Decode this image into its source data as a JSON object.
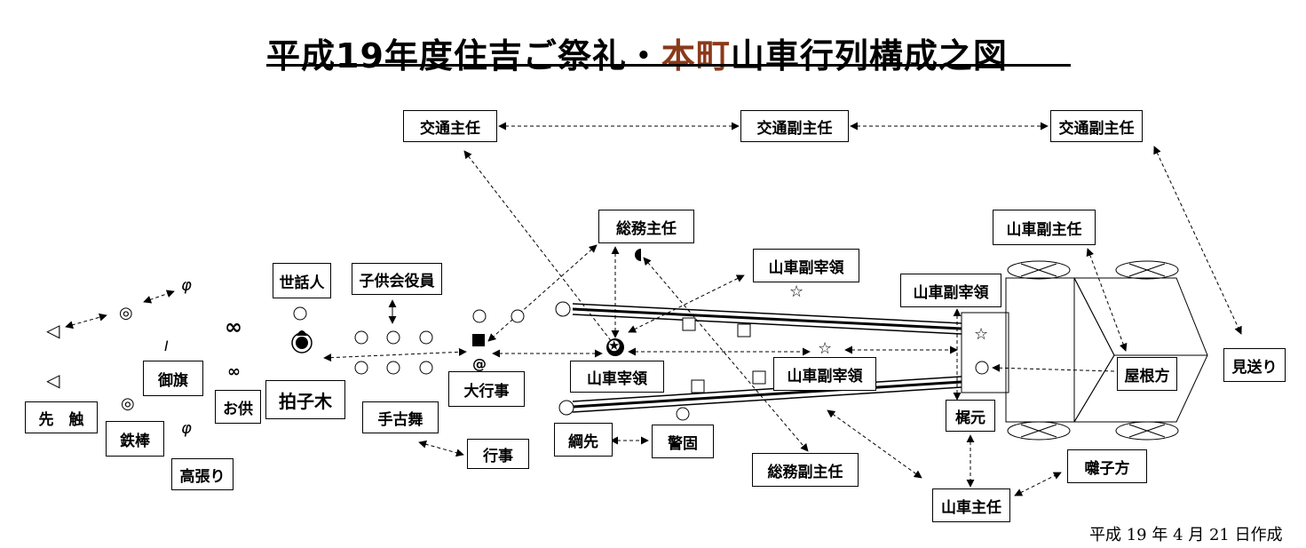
{
  "title": {
    "part1": "平成19年度住吉ご祭礼・",
    "part2": "本町",
    "part3": "山車行列構成之図"
  },
  "footer": {
    "date": "平成 19 年 4 月 21 日作成"
  },
  "labels": {
    "kotsu_shunin": "交通主任",
    "kotsu_fuku1": "交通副主任",
    "kotsu_fuku2": "交通副主任",
    "somu_shunin": "総務主任",
    "dashi_fuku_shunin": "山車副主任",
    "dashi_fuku_saryo1": "山車副宰領",
    "dashi_fuku_saryo2": "山車副宰領",
    "dashi_fuku_saryo3": "山車副宰領",
    "sewanin": "世話人",
    "kodomokai": "子供会役員",
    "mikoshi_saki": "先　触",
    "gohata": "御旗",
    "otomo": "お供",
    "tetsubo": "鉄棒",
    "takahari": "高張り",
    "hyoshigi": "拍子木",
    "teko_mai": "手古舞",
    "gyoji": "行事",
    "dai_gyoji": "大行事",
    "dashi_saryo": "山車宰領",
    "tsunasaki": "綱先",
    "keiko": "警固",
    "somu_fuku_shunin": "総務副主任",
    "kajimoto": "梶元",
    "yanekata": "屋根方",
    "miokuri": "見送り",
    "hayashikata": "囃子方",
    "dashi_shunin": "山車主任"
  },
  "symbols": {
    "small_circle": "○",
    "double_circle": "◎",
    "white_star": "☆",
    "star_circle": "✪",
    "black_square": "■",
    "white_square": "□",
    "triangle": "◁",
    "phi": "φ",
    "infinity": "∞",
    "at": "@",
    "half_moon": "◖",
    "italic_i": "I"
  }
}
